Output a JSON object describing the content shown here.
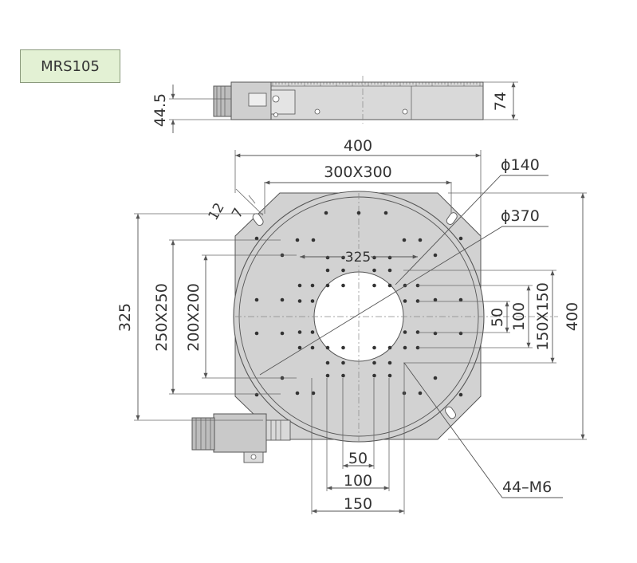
{
  "model": "MRS105",
  "side_view": {
    "height_label": "44.5",
    "total_height_label": "74"
  },
  "top_view": {
    "width_label": "400",
    "table_label": "300X300",
    "bore_label": "ϕ140",
    "table_diameter_label": "ϕ370",
    "slot_width_label": "12",
    "slot_offset_label": "7",
    "hole_span_label": "325",
    "left_span_label": "325",
    "grid_250_label": "250X250",
    "grid_200_label": "200X200",
    "right_50_label": "50",
    "right_100_label": "100",
    "right_150_label": "150X150",
    "height_label": "400",
    "bottom_50_label": "50",
    "bottom_100_label": "100",
    "bottom_150_label": "150",
    "holes_label": "44–M6"
  },
  "colors": {
    "body_fill": "#d2d2d2",
    "outline": "#555555",
    "label_bg": "#e3f1d4"
  }
}
